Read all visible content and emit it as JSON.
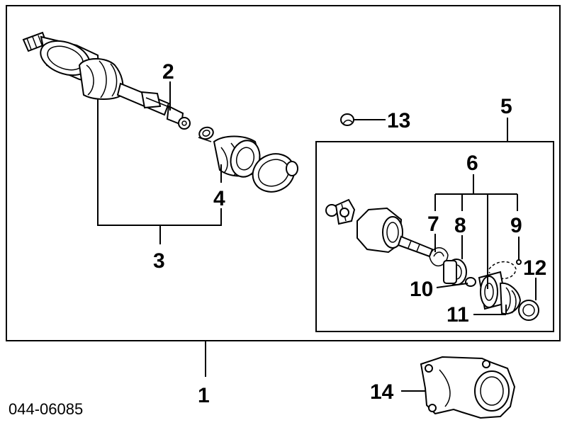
{
  "diagram": {
    "code": "044-06085",
    "callouts": {
      "c1": "1",
      "c2": "2",
      "c3": "3",
      "c4": "4",
      "c5": "5",
      "c6": "6",
      "c7": "7",
      "c8": "8",
      "c9": "9",
      "c10": "10",
      "c11": "11",
      "c12": "12",
      "c13": "13",
      "c14": "14"
    }
  }
}
